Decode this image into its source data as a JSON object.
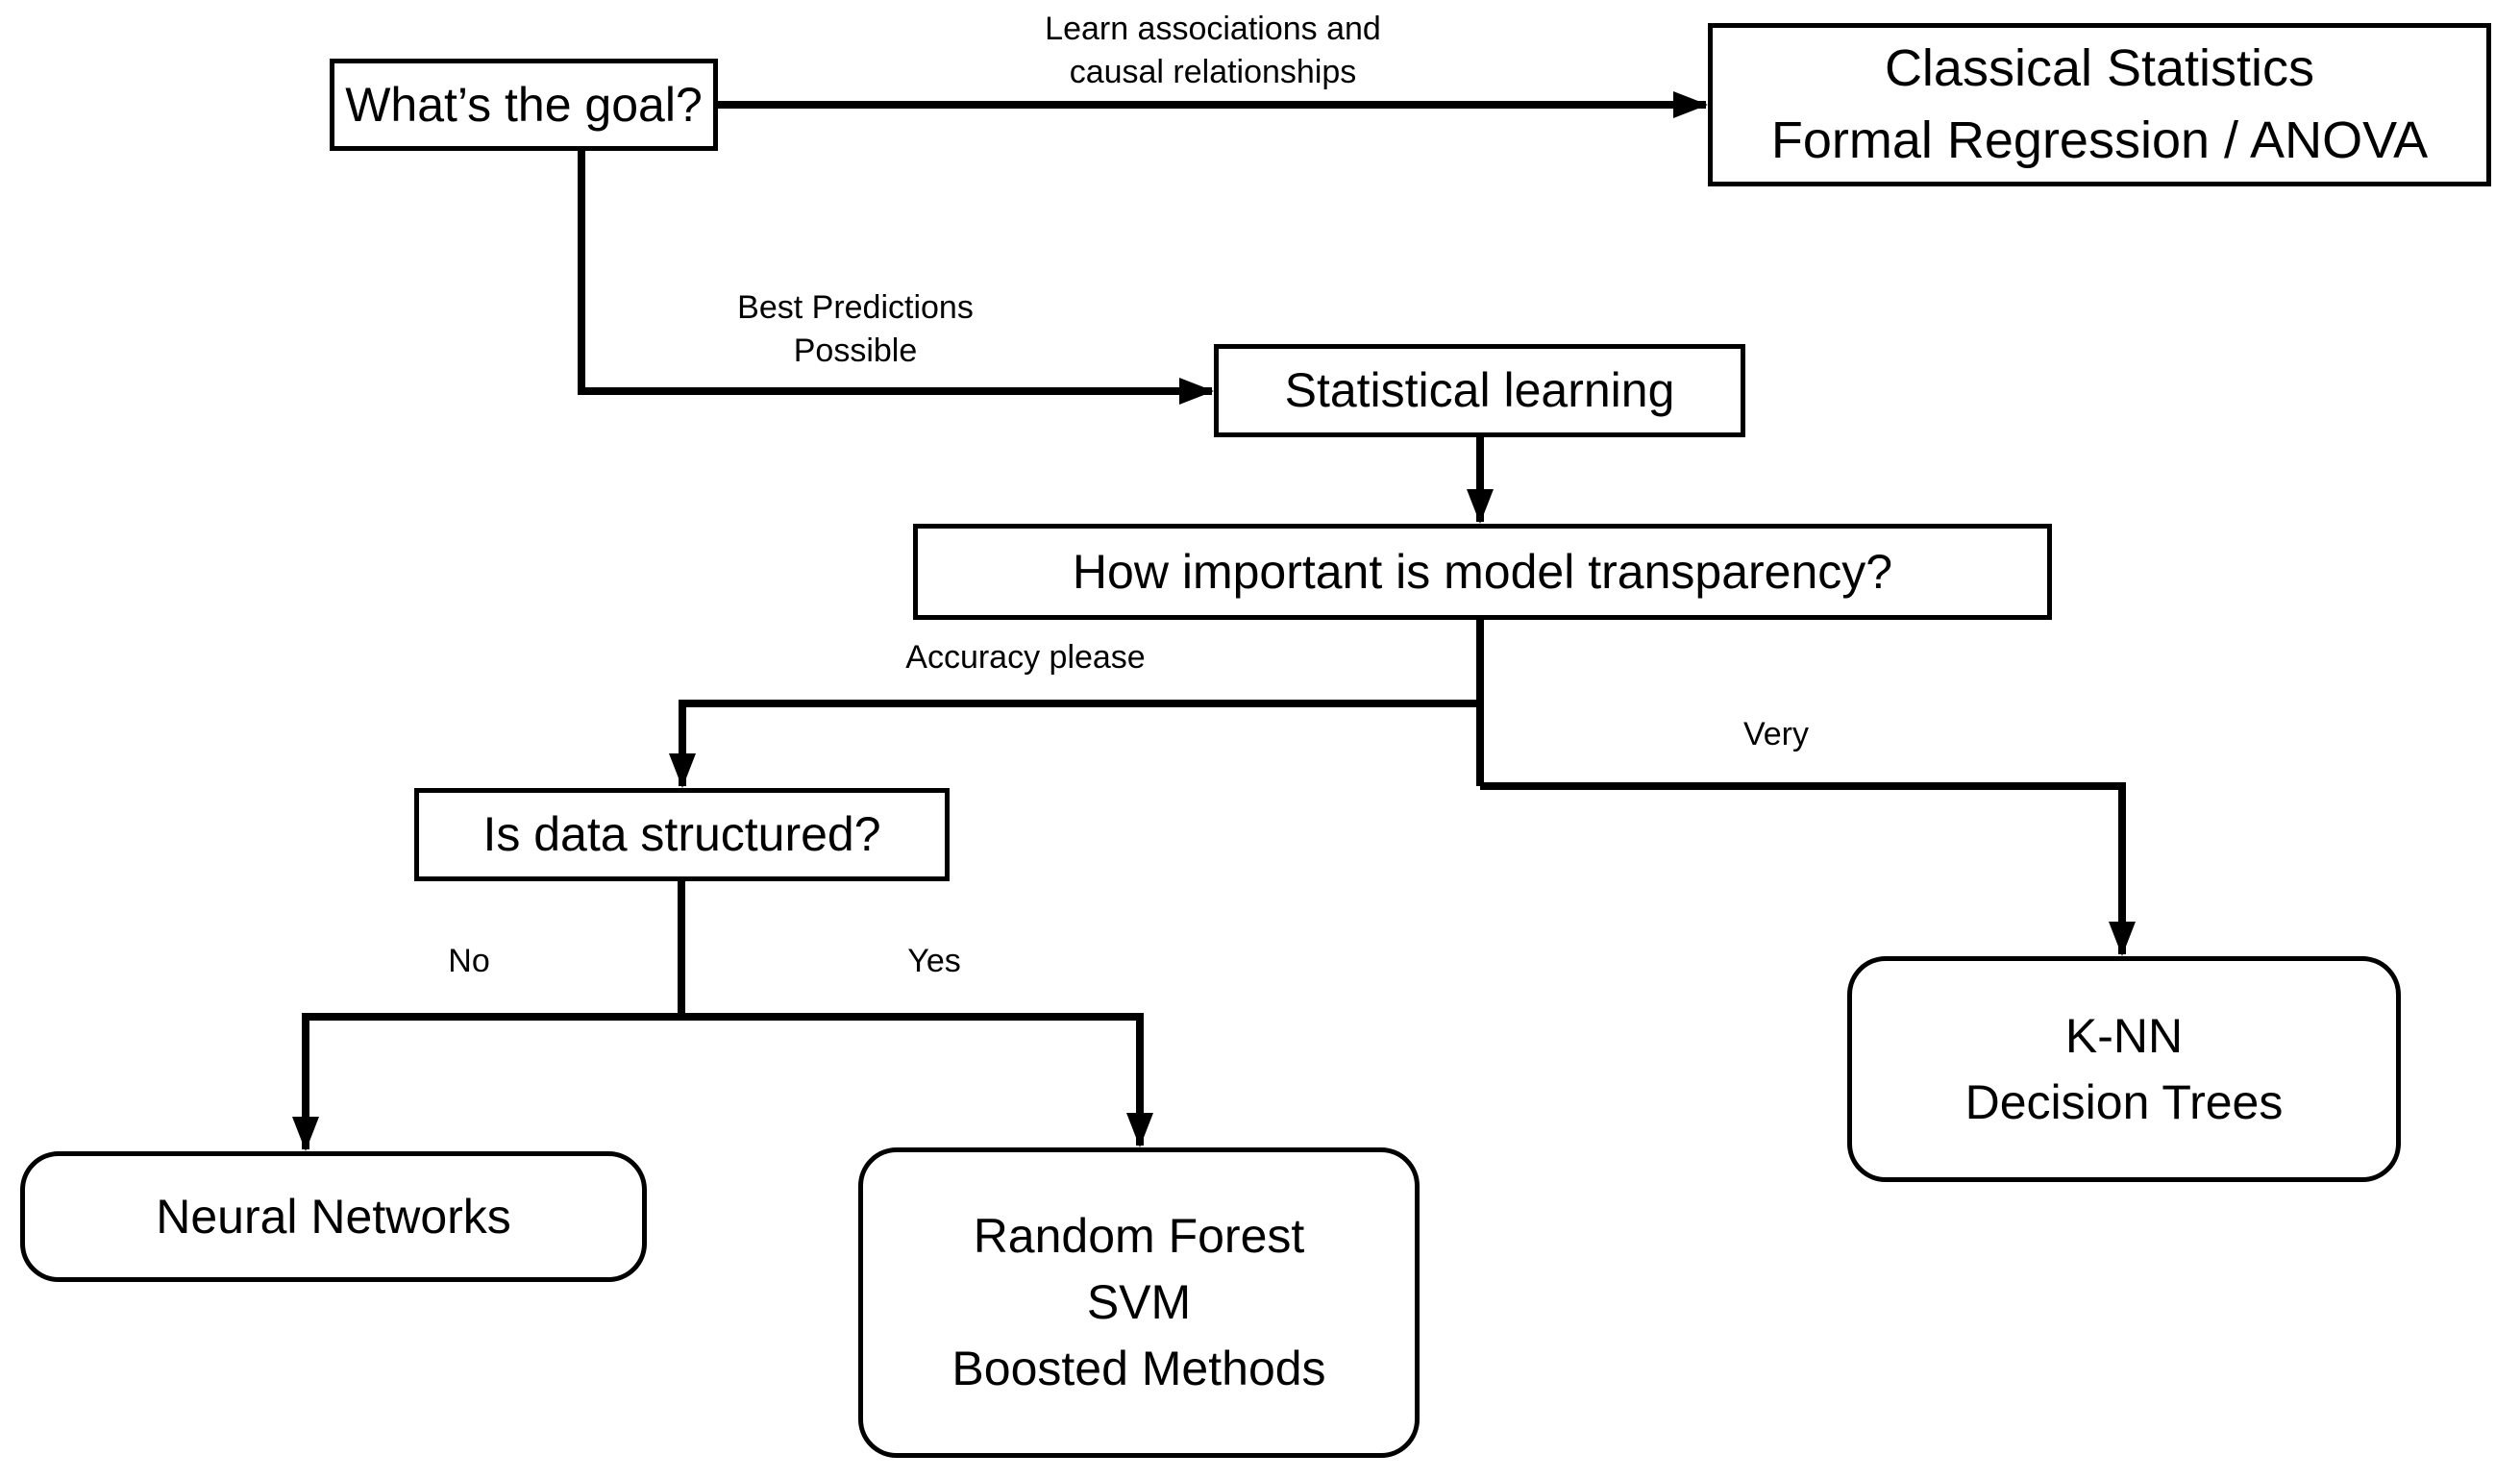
{
  "nodes": {
    "goal": {
      "label": "What’s the goal?"
    },
    "classical": {
      "label": "Classical Statistics\nFormal Regression / ANOVA"
    },
    "statistical_learning": {
      "label": "Statistical learning"
    },
    "transparency": {
      "label": "How important is model transparency?"
    },
    "structured": {
      "label": "Is data structured?"
    },
    "neural_networks": {
      "label": "Neural Networks"
    },
    "random_forest": {
      "label": "Random Forest\nSVM\nBoosted Methods"
    },
    "knn": {
      "label": "K-NN\nDecision Trees"
    }
  },
  "edge_labels": {
    "learn_associations": "Learn associations and\ncausal relationships",
    "best_predictions": "Best Predictions\nPossible",
    "accuracy": "Accuracy please",
    "very": "Very",
    "no": "No",
    "yes": "Yes"
  },
  "colors": {
    "line": "#000000",
    "border": "#000000",
    "text": "#000000",
    "background": "#ffffff"
  }
}
